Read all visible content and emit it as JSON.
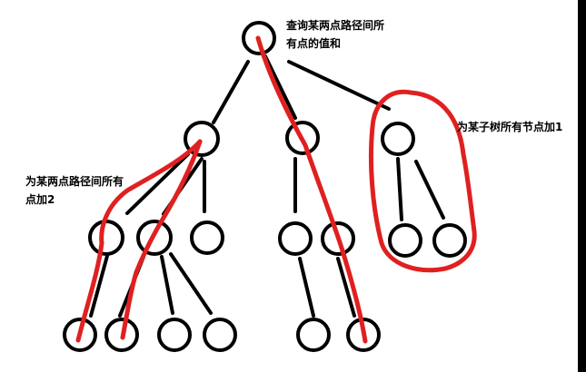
{
  "annotations": {
    "query": {
      "line1": "查询某两点路径间所",
      "line2": "有点的值和"
    },
    "path_add": {
      "line1": "为某两点路径间所有",
      "line2": "点加2"
    },
    "subtree_add": {
      "text": "为某子树所有节点加1"
    }
  },
  "colors": {
    "tree": "#000000",
    "highlight": "#e02020",
    "background": "#ffffff"
  }
}
